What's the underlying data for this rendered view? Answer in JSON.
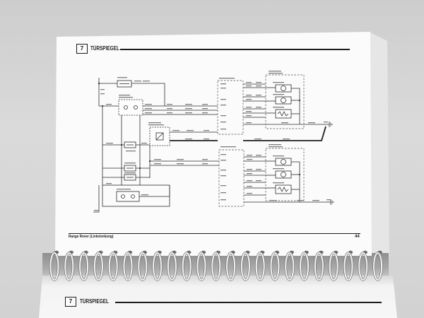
{
  "page_top": {
    "chapter_number": "7",
    "chapter_title": "TÜRSPIEGEL",
    "footer_title": "Range Rover (Linkslenkung)",
    "page_number": "44"
  },
  "page_bottom": {
    "chapter_number": "7",
    "chapter_title": "TÜRSPIEGEL"
  },
  "colors": {
    "ink": "#1c1c1c",
    "paper": "#fbfbfb",
    "background": "#d6d6d6",
    "binding_ring": "#f2f2f2"
  }
}
